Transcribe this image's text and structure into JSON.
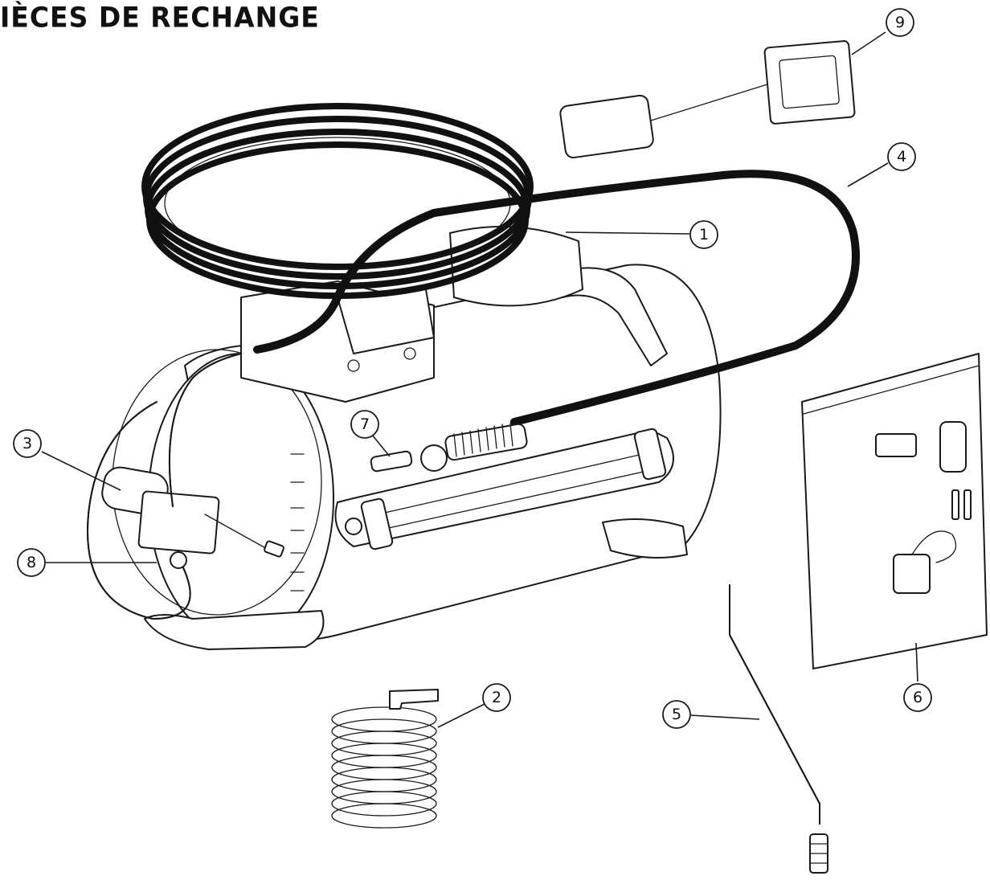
{
  "title": "IÈCES DE RECHANGE",
  "callouts": [
    {
      "id": "1",
      "label": "1"
    },
    {
      "id": "2",
      "label": "2"
    },
    {
      "id": "3",
      "label": "3"
    },
    {
      "id": "4",
      "label": "4"
    },
    {
      "id": "5",
      "label": "5"
    },
    {
      "id": "6",
      "label": "6"
    },
    {
      "id": "7",
      "label": "7"
    },
    {
      "id": "8",
      "label": "8"
    },
    {
      "id": "9",
      "label": "9"
    }
  ]
}
